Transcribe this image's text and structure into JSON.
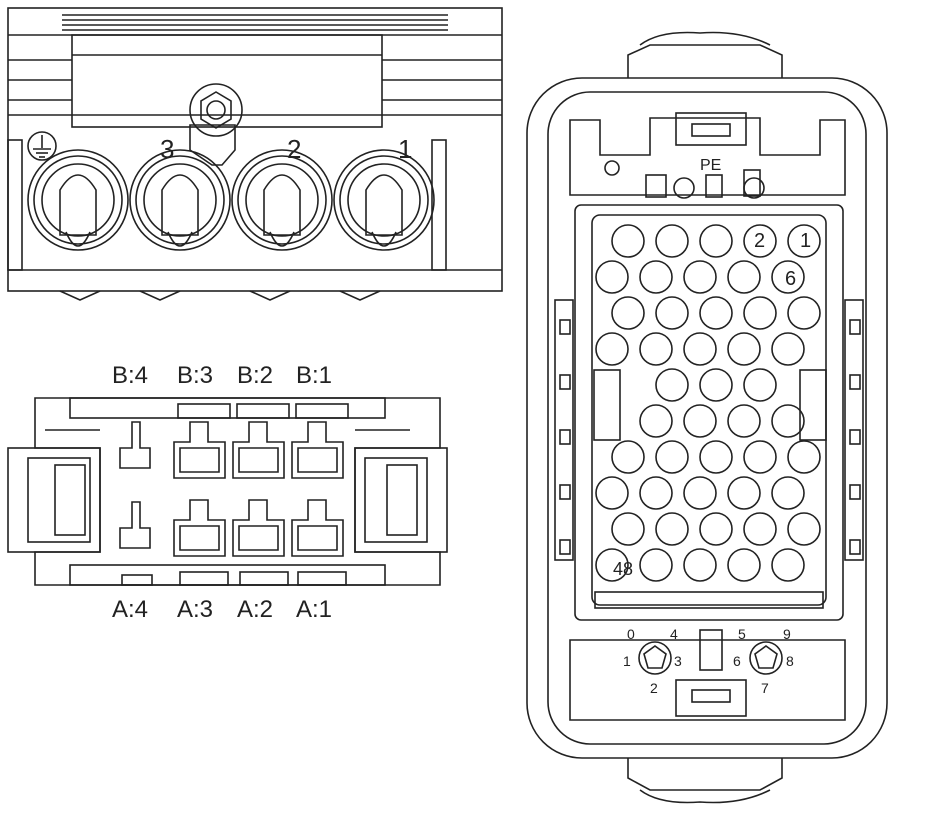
{
  "power_connector": {
    "pin_labels": [
      "3",
      "2",
      "1"
    ],
    "ground_symbol": "protective-earth-icon"
  },
  "signal_connector": {
    "top_labels": [
      "B:4",
      "B:3",
      "B:2",
      "B:1"
    ],
    "bottom_labels": [
      "A:4",
      "A:3",
      "A:2",
      "A:1"
    ]
  },
  "insert": {
    "pe_label": "PE",
    "contact_labels": [
      "2",
      "1",
      "6",
      "48"
    ],
    "coding_left_labels": [
      "0",
      "4",
      "1",
      "3",
      "2"
    ],
    "coding_right_labels": [
      "5",
      "9",
      "6",
      "8",
      "7"
    ]
  }
}
